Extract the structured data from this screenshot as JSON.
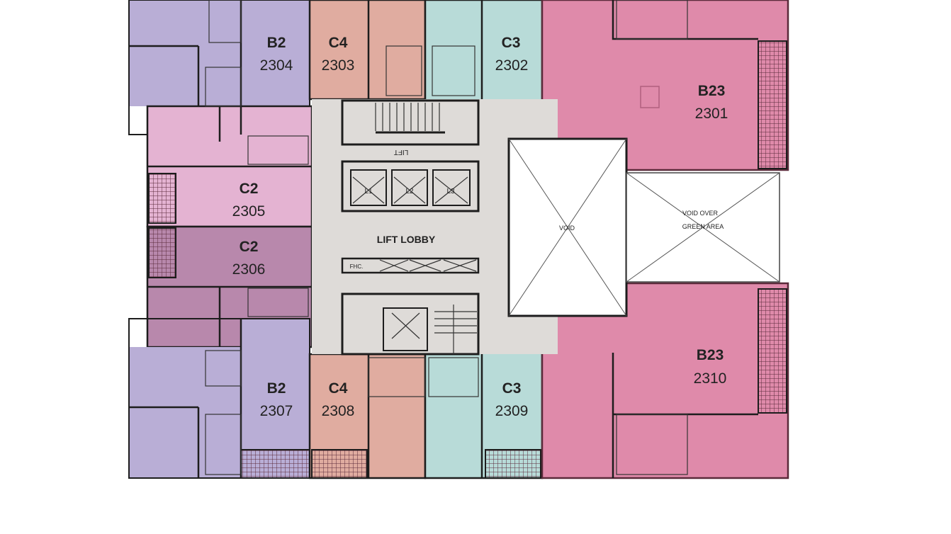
{
  "colors": {
    "b2": "#b9aed6",
    "c4": "#e0aca0",
    "c3": "#b8dbd8",
    "b23": "#df8aaa",
    "c2_light": "#e4b3d2",
    "c2_dark": "#b888ac",
    "lobby": "#dedbd8",
    "void": "#ffffff"
  },
  "units": [
    {
      "type": "B2",
      "number": "2304"
    },
    {
      "type": "C4",
      "number": "2303"
    },
    {
      "type": "C3",
      "number": "2302"
    },
    {
      "type": "B23",
      "number": "2301"
    },
    {
      "type": "C2",
      "number": "2305"
    },
    {
      "type": "C2",
      "number": "2306"
    },
    {
      "type": "B2",
      "number": "2307"
    },
    {
      "type": "C4",
      "number": "2308"
    },
    {
      "type": "C3",
      "number": "2309"
    },
    {
      "type": "B23",
      "number": "2310"
    }
  ],
  "core": {
    "lobby_label": "LIFT LOBBY",
    "lift_label": "LIFT",
    "lifts": [
      "L1",
      "L2",
      "L3"
    ],
    "fhc_label": "FHC.",
    "void_label": "VOID",
    "void_green_line1": "VOID OVER",
    "void_green_line2": "GREEN AREA"
  }
}
